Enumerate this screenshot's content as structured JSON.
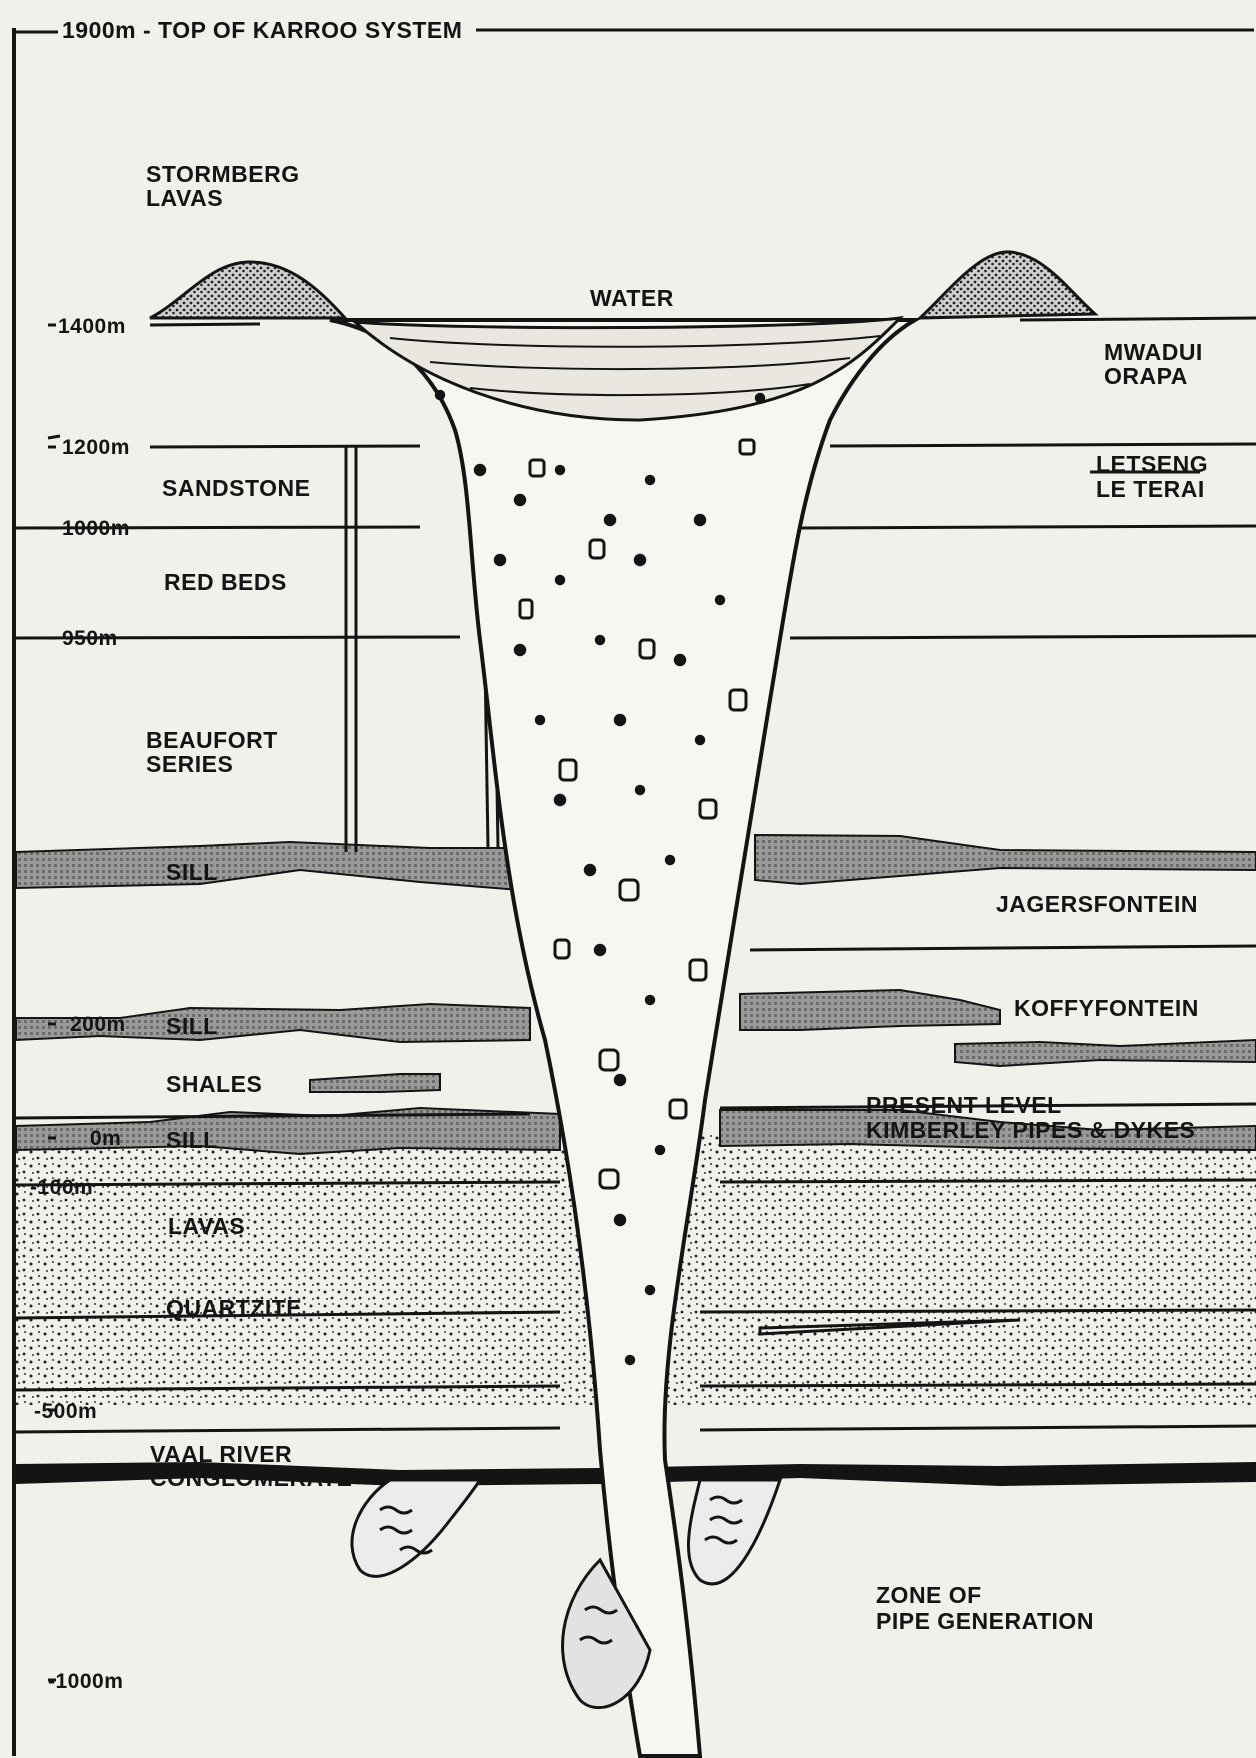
{
  "diagram": {
    "top_label": "1900m - TOP OF KARROO SYSTEM",
    "depth_labels": {
      "d1400": "1400m",
      "d1200": "1200m",
      "d1000": "1000m",
      "d950": "950m",
      "d200": "200m",
      "d0": "0m",
      "dm100": "-100m",
      "dm500": "-500m",
      "dm1000": "-1000m"
    },
    "layers": {
      "stormberg_1": "STORMBERG",
      "stormberg_2": "LAVAS",
      "water": "WATER",
      "sandstone": "SANDSTONE",
      "red_beds": "RED BEDS",
      "beaufort_1": "BEAUFORT",
      "beaufort_2": "SERIES",
      "sill_upper": "SILL",
      "sill_200": "SILL",
      "shales": "SHALES",
      "sill_0": "SILL",
      "lavas": "LAVAS",
      "quartzite": "QUARTZITE",
      "vaal_1": "VAAL RIVER",
      "vaal_2": "CONGLOMERATE"
    },
    "sites": {
      "mwadui_1": "MWADUI",
      "mwadui_2": "ORAPA",
      "letseng_1": "LETSENG",
      "letseng_2": "LE TERAI",
      "jagersfontein": "JAGERSFONTEIN",
      "koffyfontein": "KOFFYFONTEIN",
      "present_1": "PRESENT LEVEL",
      "present_2": "KIMBERLEY PIPES & DYKES",
      "zone_1": "ZONE OF",
      "zone_2": "PIPE GENERATION"
    },
    "colors": {
      "ink": "#141414",
      "paper": "#f2f0ea",
      "sill_fill": "#8d8d8d"
    }
  }
}
